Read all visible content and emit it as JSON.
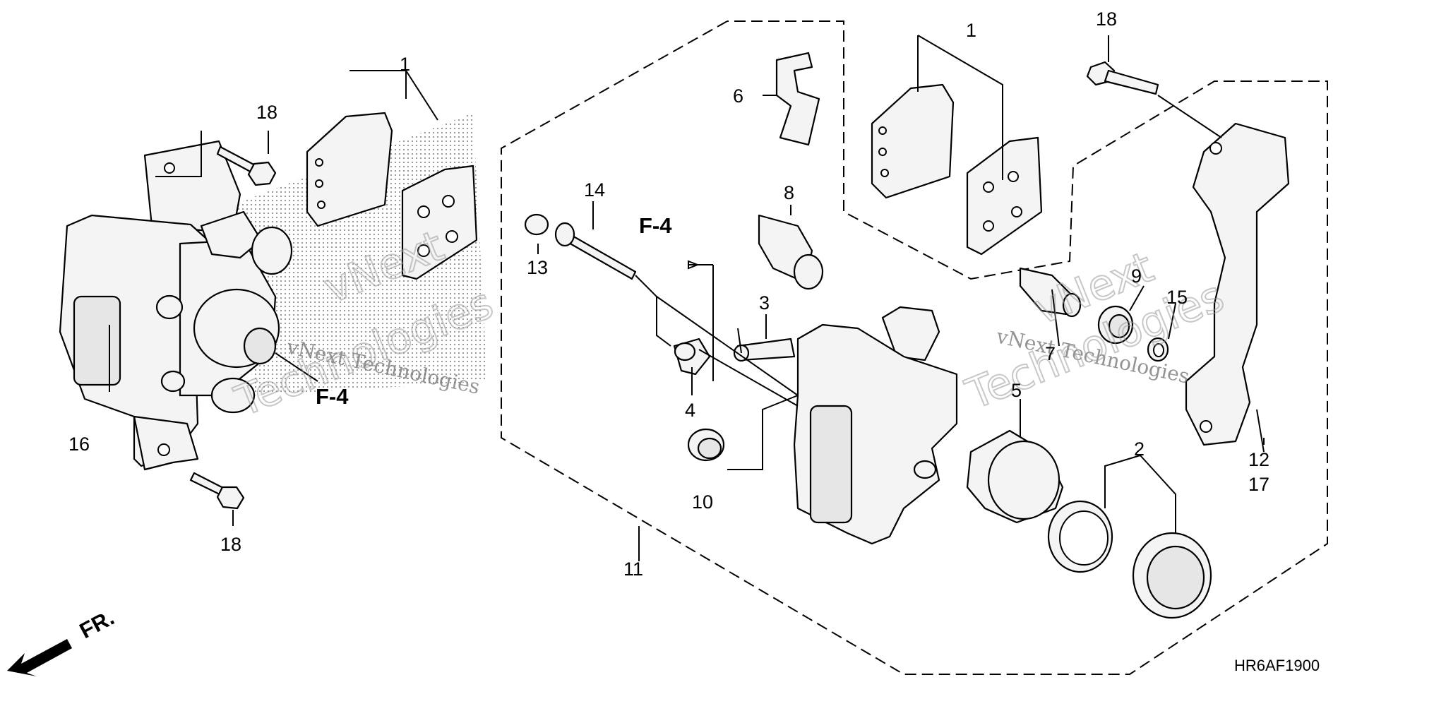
{
  "diagram": {
    "code": "HR6AF1900",
    "direction_label": "FR.",
    "reference_label": "F-4",
    "watermark": {
      "line1": "vNext",
      "line2": "vNext Technologies",
      "line3": "Technologies"
    },
    "callouts": {
      "c1a": "1",
      "c18a": "18",
      "c16": "16",
      "c18b": "18",
      "c14": "14",
      "c13": "13",
      "c6": "6",
      "c8": "8",
      "c3": "3",
      "c4": "4",
      "c10": "10",
      "c11": "11",
      "c1b": "1",
      "c18c": "18",
      "c9": "9",
      "c15": "15",
      "c7": "7",
      "c5": "5",
      "c2": "2",
      "c12": "12",
      "c17": "17"
    }
  }
}
